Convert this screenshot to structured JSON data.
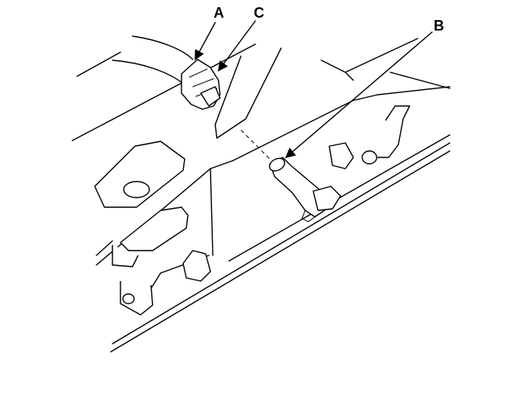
{
  "diagram": {
    "callouts": [
      {
        "id": "A",
        "label": "A"
      },
      {
        "id": "C",
        "label": "C"
      },
      {
        "id": "B",
        "label": "B"
      }
    ],
    "colors": {
      "line": "#000000",
      "background": "#ffffff"
    }
  }
}
